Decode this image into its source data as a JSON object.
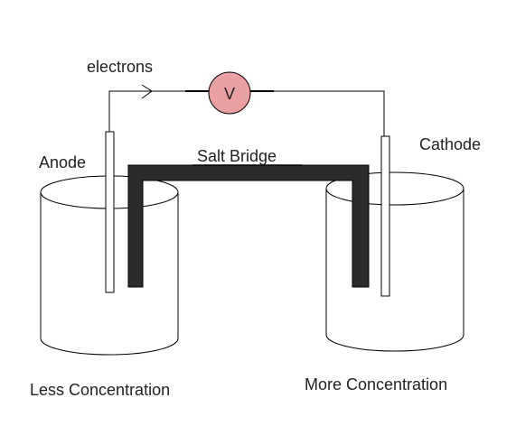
{
  "labels": {
    "electrons": "electrons",
    "anode": "Anode",
    "cathode": "Cathode",
    "salt_bridge": "Salt Bridge",
    "less_concentration": "Less Concentration",
    "more_concentration": "More Concentration",
    "voltmeter": "V"
  },
  "colors": {
    "voltmeter_fill": "#eaa0a2",
    "salt_bridge": "#2b2b2b",
    "line": "#000000"
  }
}
